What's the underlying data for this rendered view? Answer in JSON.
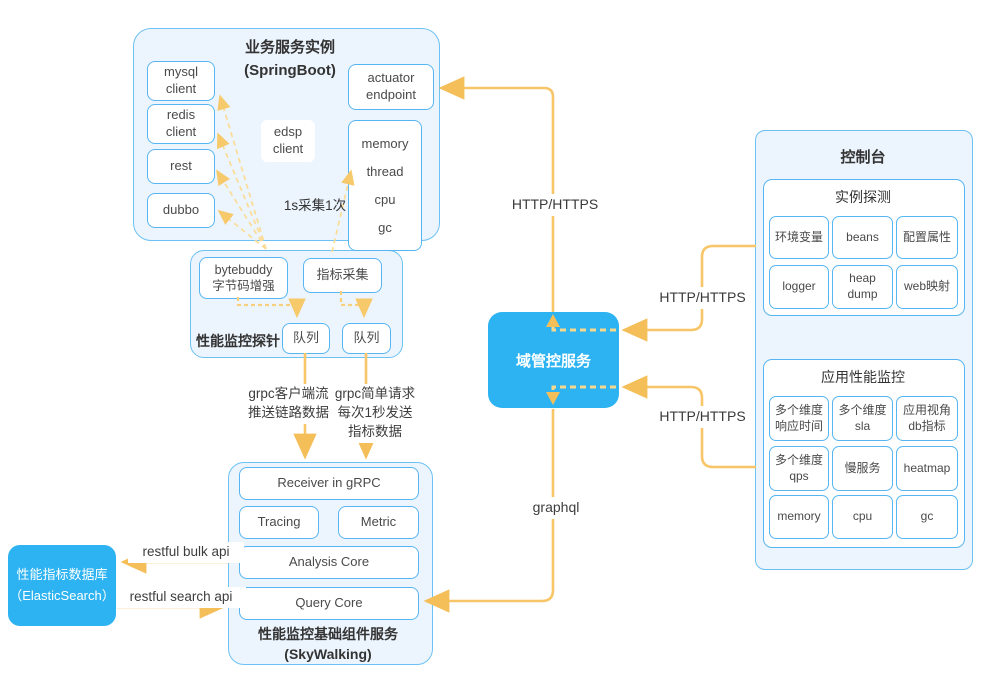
{
  "colors": {
    "accent_blue": "#2db3f2",
    "border_blue": "#57b6f2",
    "container_fill": "#ecf4fd",
    "arrow_yellow": "#f8c669",
    "arrowhead": "#f4be58"
  },
  "springboot": {
    "title": "业务服务实例\n(SpringBoot)",
    "clients": [
      "mysql\nclient",
      "redis\nclient",
      "rest",
      "dubbo"
    ],
    "edsp": "edsp\nclient",
    "actuator": "actuator\nendpoint",
    "metrics": [
      "memory",
      "thread",
      "cpu",
      "gc"
    ],
    "collect_note": "1s采集1次"
  },
  "probe": {
    "label": "性能监控探针",
    "bytebuddy": "bytebuddy\n字节码增强",
    "metric_collect": "指标采集",
    "queue_left": "队列",
    "queue_right": "队列"
  },
  "skywalking": {
    "receiver": "Receiver in gRPC",
    "tracing": "Tracing",
    "metric": "Metric",
    "analysis": "Analysis Core",
    "query": "Query Core",
    "caption": "性能监控基础组件服务\n(SkyWalking)"
  },
  "es": {
    "label": "性能指标数据库\n（ElasticSearch）"
  },
  "domain_service": {
    "label": "域管控服务"
  },
  "console": {
    "title": "控制台",
    "instance_probe": {
      "title": "实例探测",
      "items": [
        "环境变量",
        "beans",
        "配置属性",
        "logger",
        "heap\ndump",
        "web映射"
      ]
    },
    "apm": {
      "title": "应用性能监控",
      "items": [
        "多个维度\n响应时间",
        "多个维度\nsla",
        "应用视角\ndb指标",
        "多个维度\nqps",
        "慢服务",
        "heatmap",
        "memory",
        "cpu",
        "gc"
      ]
    }
  },
  "flow_labels": {
    "http_top": "HTTP/HTTPS",
    "http_mid": "HTTP/HTTPS",
    "http_bottom": "HTTP/HTTPS",
    "graphql": "graphql",
    "grpc_stream": "grpc客户端流\n推送链路数据",
    "grpc_simple": "grpc简单请求\n每次1秒发送\n指标数据",
    "bulk_api": "restful bulk api",
    "search_api": "restful search api"
  }
}
